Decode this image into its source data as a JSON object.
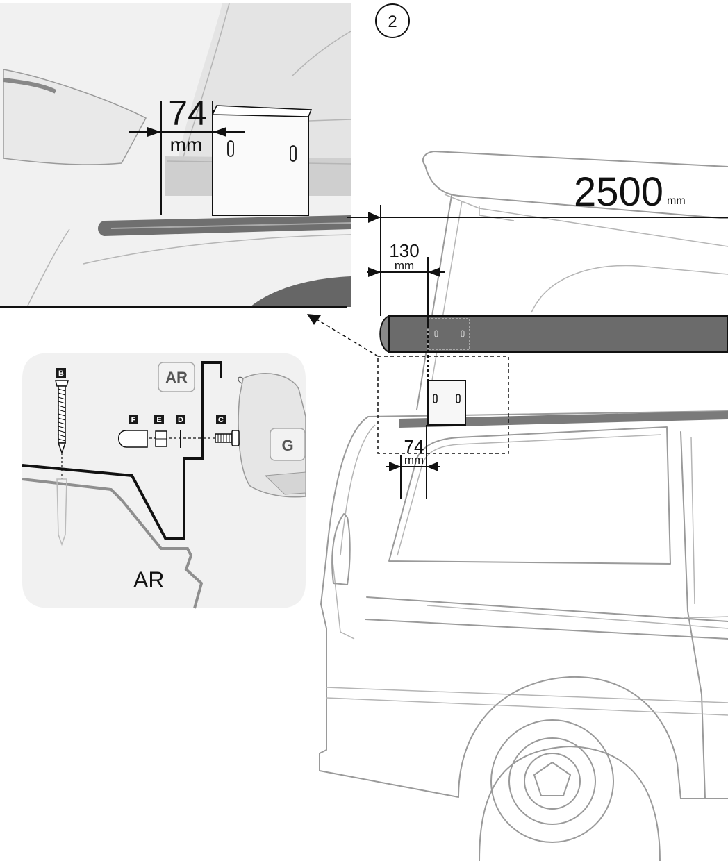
{
  "step": {
    "number": "2"
  },
  "dimensions": {
    "total_length": "2500",
    "total_length_unit": "mm",
    "front_offset": "130",
    "front_offset_unit": "mm",
    "bracket_spacing_main": "74",
    "bracket_spacing_main_unit": "mm",
    "bracket_spacing_detail": "74",
    "bracket_spacing_detail_unit": "mm"
  },
  "detail_panel": {
    "rail_label_box": "AR",
    "rail_label": "AR",
    "clip_label": "G",
    "parts": [
      "B",
      "F",
      "E",
      "D",
      "C"
    ]
  },
  "colors": {
    "awning_tube": "#6b6b6b",
    "roof_rail": "#7a7a7a",
    "van_outline": "#9a9a9a",
    "panel_background": "#f1f1f1"
  }
}
